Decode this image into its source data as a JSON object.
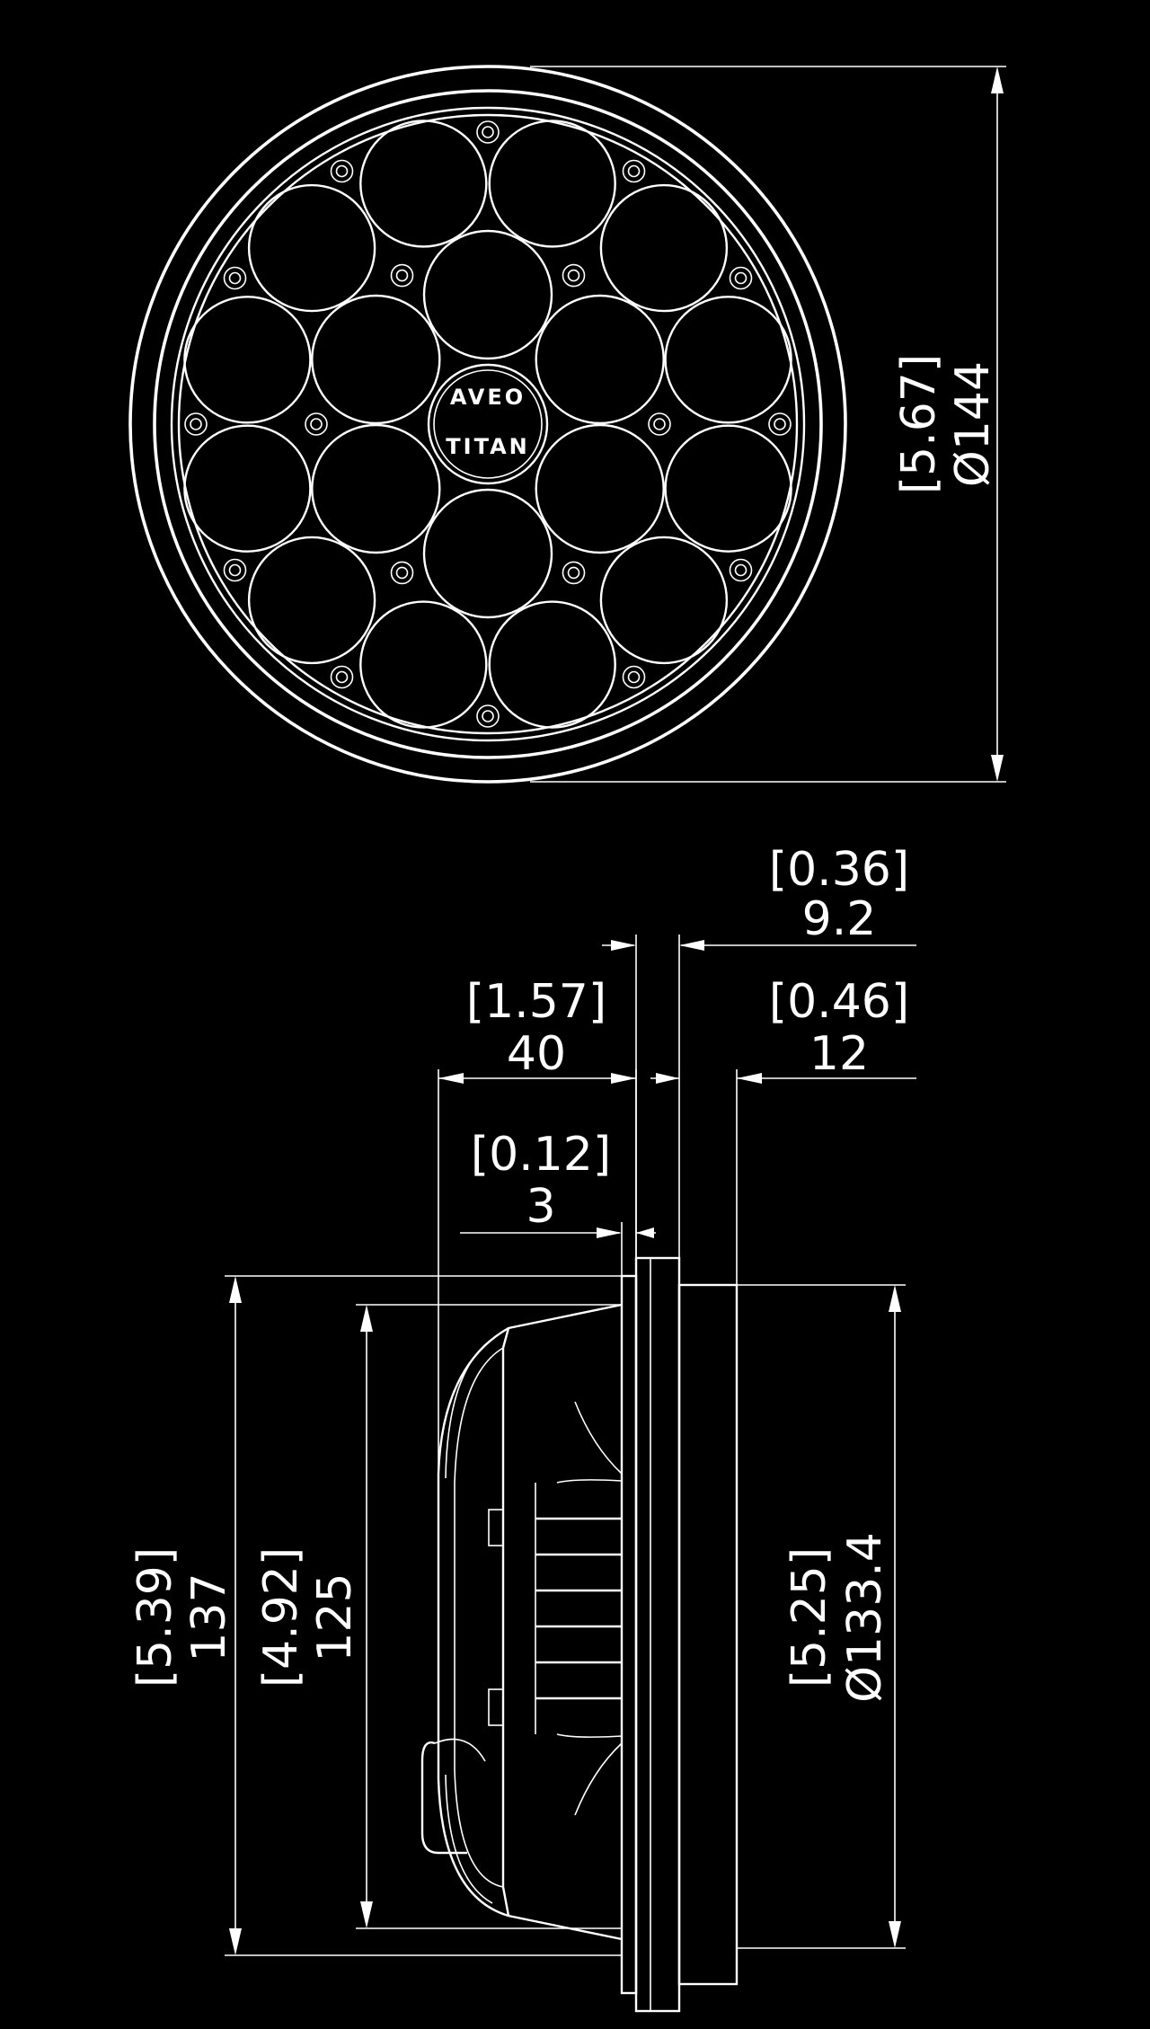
{
  "logo": {
    "line1": "AVEO",
    "line2": "TITAN"
  },
  "dimensions": {
    "overall_diameter": {
      "inch": "[5.67]",
      "mm": "Ø144"
    },
    "flange_thickness": {
      "inch": "[0.36]",
      "mm": "9.2"
    },
    "body_depth": {
      "inch": "[1.57]",
      "mm": "40"
    },
    "ring_depth": {
      "inch": "[0.46]",
      "mm": "12"
    },
    "gap": {
      "inch": "[0.12]",
      "mm": "3"
    },
    "housing_height": {
      "inch": "[5.39]",
      "mm": "137"
    },
    "lens_height": {
      "inch": "[4.92]",
      "mm": "125"
    },
    "ring_diameter": {
      "inch": "[5.25]",
      "mm": "Ø133.4"
    }
  },
  "colors": {
    "background": "#000000",
    "linework": "#ffffff"
  }
}
